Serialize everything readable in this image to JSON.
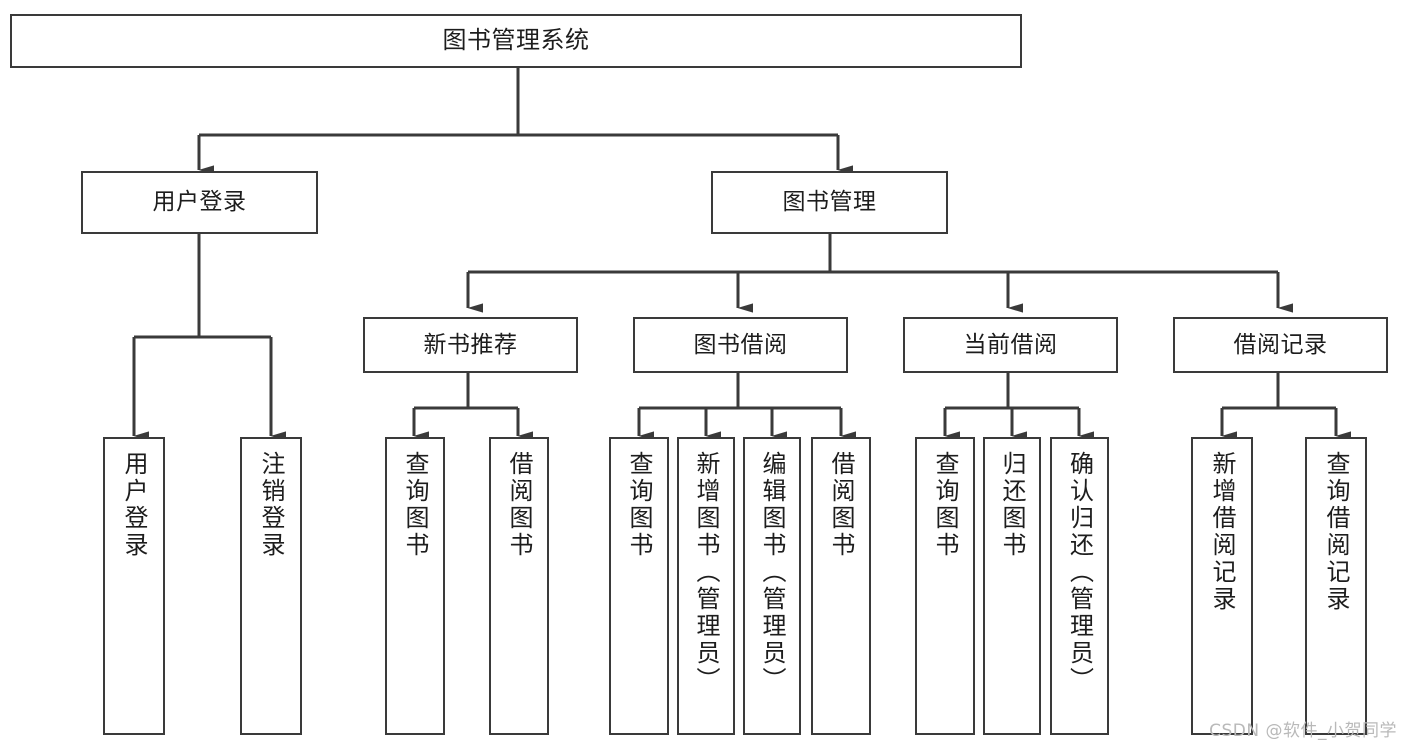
{
  "diagram": {
    "type": "tree-hierarchy",
    "title": "图书管理系统",
    "watermark": "CSDN @软件_小贺同学",
    "colors": {
      "box_border": "#3a3a3a",
      "box_fill": "#ffffff",
      "connector": "#3a3a3a",
      "text": "#1d1d1d",
      "watermark": "#b9b9b9",
      "background": "#ffffff"
    },
    "levels": [
      {
        "level": 1,
        "nodes": [
          {
            "id": "root",
            "label": "图书管理系统",
            "orientation": "horizontal"
          }
        ]
      },
      {
        "level": 2,
        "nodes": [
          {
            "id": "user-login",
            "label": "用户登录",
            "orientation": "horizontal",
            "parent": "root"
          },
          {
            "id": "book-manage",
            "label": "图书管理",
            "orientation": "horizontal",
            "parent": "root"
          }
        ]
      },
      {
        "level": 3,
        "nodes": [
          {
            "id": "new-book-rec",
            "label": "新书推荐",
            "orientation": "horizontal",
            "parent": "book-manage"
          },
          {
            "id": "book-borrow",
            "label": "图书借阅",
            "orientation": "horizontal",
            "parent": "book-manage"
          },
          {
            "id": "current-borrow",
            "label": "当前借阅",
            "orientation": "horizontal",
            "parent": "book-manage"
          },
          {
            "id": "borrow-record",
            "label": "借阅记录",
            "orientation": "horizontal",
            "parent": "book-manage"
          }
        ]
      },
      {
        "level": 4,
        "nodes": [
          {
            "id": "leaf-user-login",
            "label": "用户登录",
            "orientation": "vertical",
            "parent": "user-login"
          },
          {
            "id": "leaf-user-logout",
            "label": "注销登录",
            "orientation": "vertical",
            "parent": "user-login"
          },
          {
            "id": "leaf-query-book-1",
            "label": "查询图书",
            "orientation": "vertical",
            "parent": "new-book-rec"
          },
          {
            "id": "leaf-borrow-book-1",
            "label": "借阅图书",
            "orientation": "vertical",
            "parent": "new-book-rec"
          },
          {
            "id": "leaf-query-book-2",
            "label": "查询图书",
            "orientation": "vertical",
            "parent": "book-borrow"
          },
          {
            "id": "leaf-add-book",
            "label": "新增图书（管理员）",
            "orientation": "vertical",
            "parent": "book-borrow"
          },
          {
            "id": "leaf-edit-book",
            "label": "编辑图书（管理员）",
            "orientation": "vertical",
            "parent": "book-borrow"
          },
          {
            "id": "leaf-borrow-book-2",
            "label": "借阅图书",
            "orientation": "vertical",
            "parent": "book-borrow"
          },
          {
            "id": "leaf-query-book-3",
            "label": "查询图书",
            "orientation": "vertical",
            "parent": "current-borrow"
          },
          {
            "id": "leaf-return-book",
            "label": "归还图书",
            "orientation": "vertical",
            "parent": "current-borrow"
          },
          {
            "id": "leaf-confirm-return",
            "label": "确认归还（管理员）",
            "orientation": "vertical",
            "parent": "current-borrow"
          },
          {
            "id": "leaf-add-record",
            "label": "新增借阅记录",
            "orientation": "vertical",
            "parent": "borrow-record"
          },
          {
            "id": "leaf-query-record",
            "label": "查询借阅记录",
            "orientation": "vertical",
            "parent": "borrow-record"
          }
        ]
      }
    ]
  }
}
